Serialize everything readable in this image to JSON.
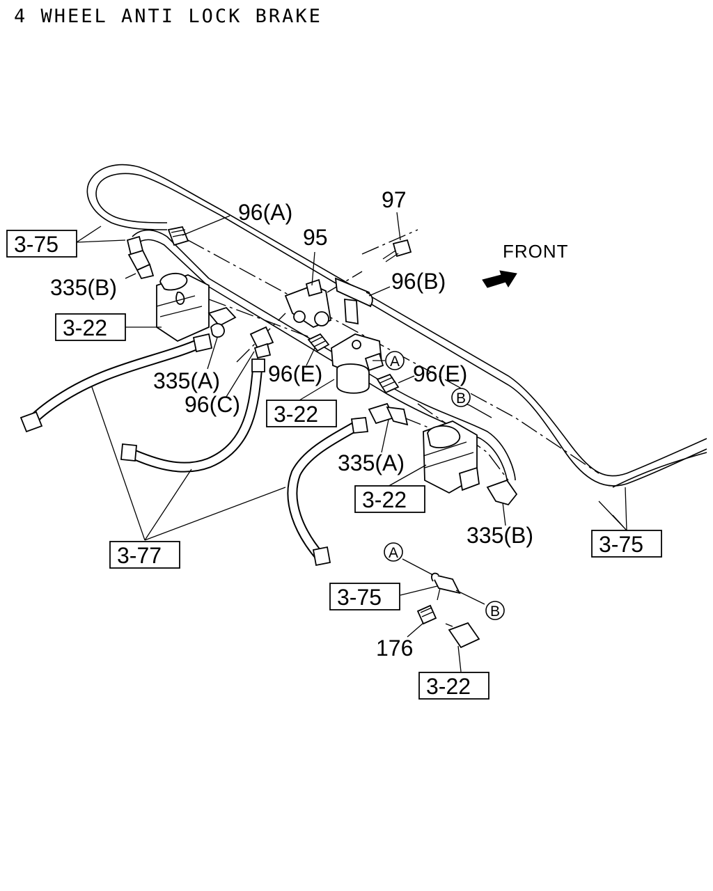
{
  "title": "4 WHEEL ANTI LOCK BRAKE",
  "front_label": "FRONT",
  "parts": {
    "p96a": "96(A)",
    "p97": "97",
    "p95": "95",
    "p96b": "96(B)",
    "p335b_1": "335(B)",
    "p335a_1": "335(A)",
    "p96c": "96(C)",
    "p96e_1": "96(E)",
    "p96e_2": "96(E)",
    "p335a_2": "335(A)",
    "p335b_2": "335(B)",
    "p176": "176"
  },
  "refs": {
    "r375_1": "3-75",
    "r322_1": "3-22",
    "r322_2": "3-22",
    "r322_3": "3-22",
    "r377": "3-77",
    "r375_2": "3-75",
    "r375_3": "3-75",
    "r322_4": "3-22"
  },
  "callouts": {
    "a1": "A",
    "b1": "B",
    "a2": "A",
    "b2": "B"
  }
}
